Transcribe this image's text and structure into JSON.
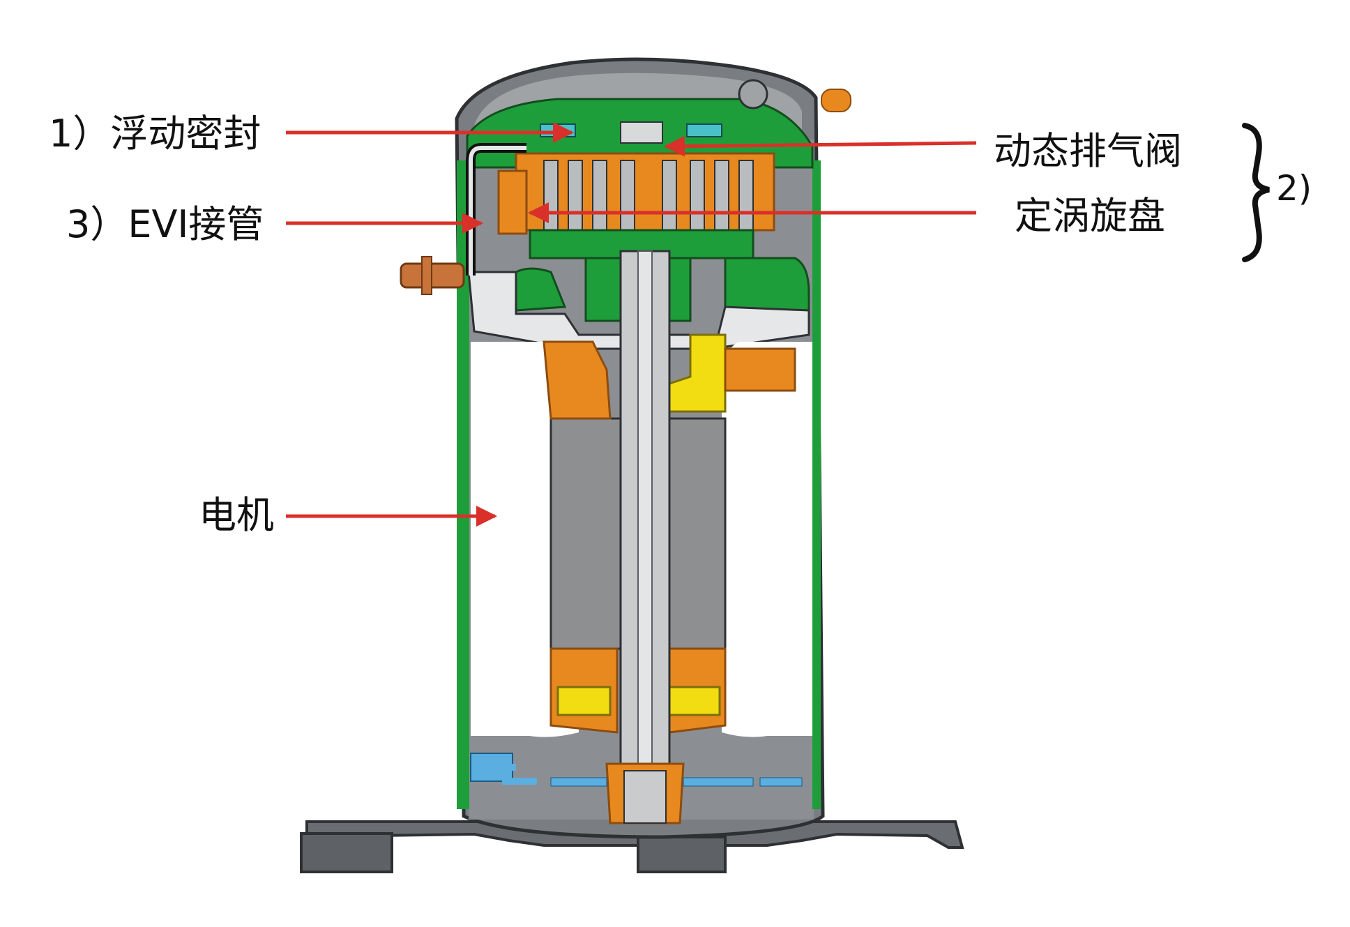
{
  "labels": {
    "floating_seal": "1）浮动密封",
    "evi_pipe": "3）EVI接管",
    "motor": "电机",
    "dynamic_discharge_valve": "动态排气阀",
    "fixed_scroll": "定涡旋盘",
    "group_number": "2)"
  },
  "colors": {
    "arrow": "#d9302a",
    "shell": "#6e7378",
    "shell_light": "#a9acaf",
    "green": "#1e9e3a",
    "orange": "#e8891f",
    "yellow": "#f2dd12",
    "stator": "#8d8f91",
    "shaft": "#c9cbcd",
    "oil": "#5aaee0",
    "copper": "#c8733a"
  }
}
